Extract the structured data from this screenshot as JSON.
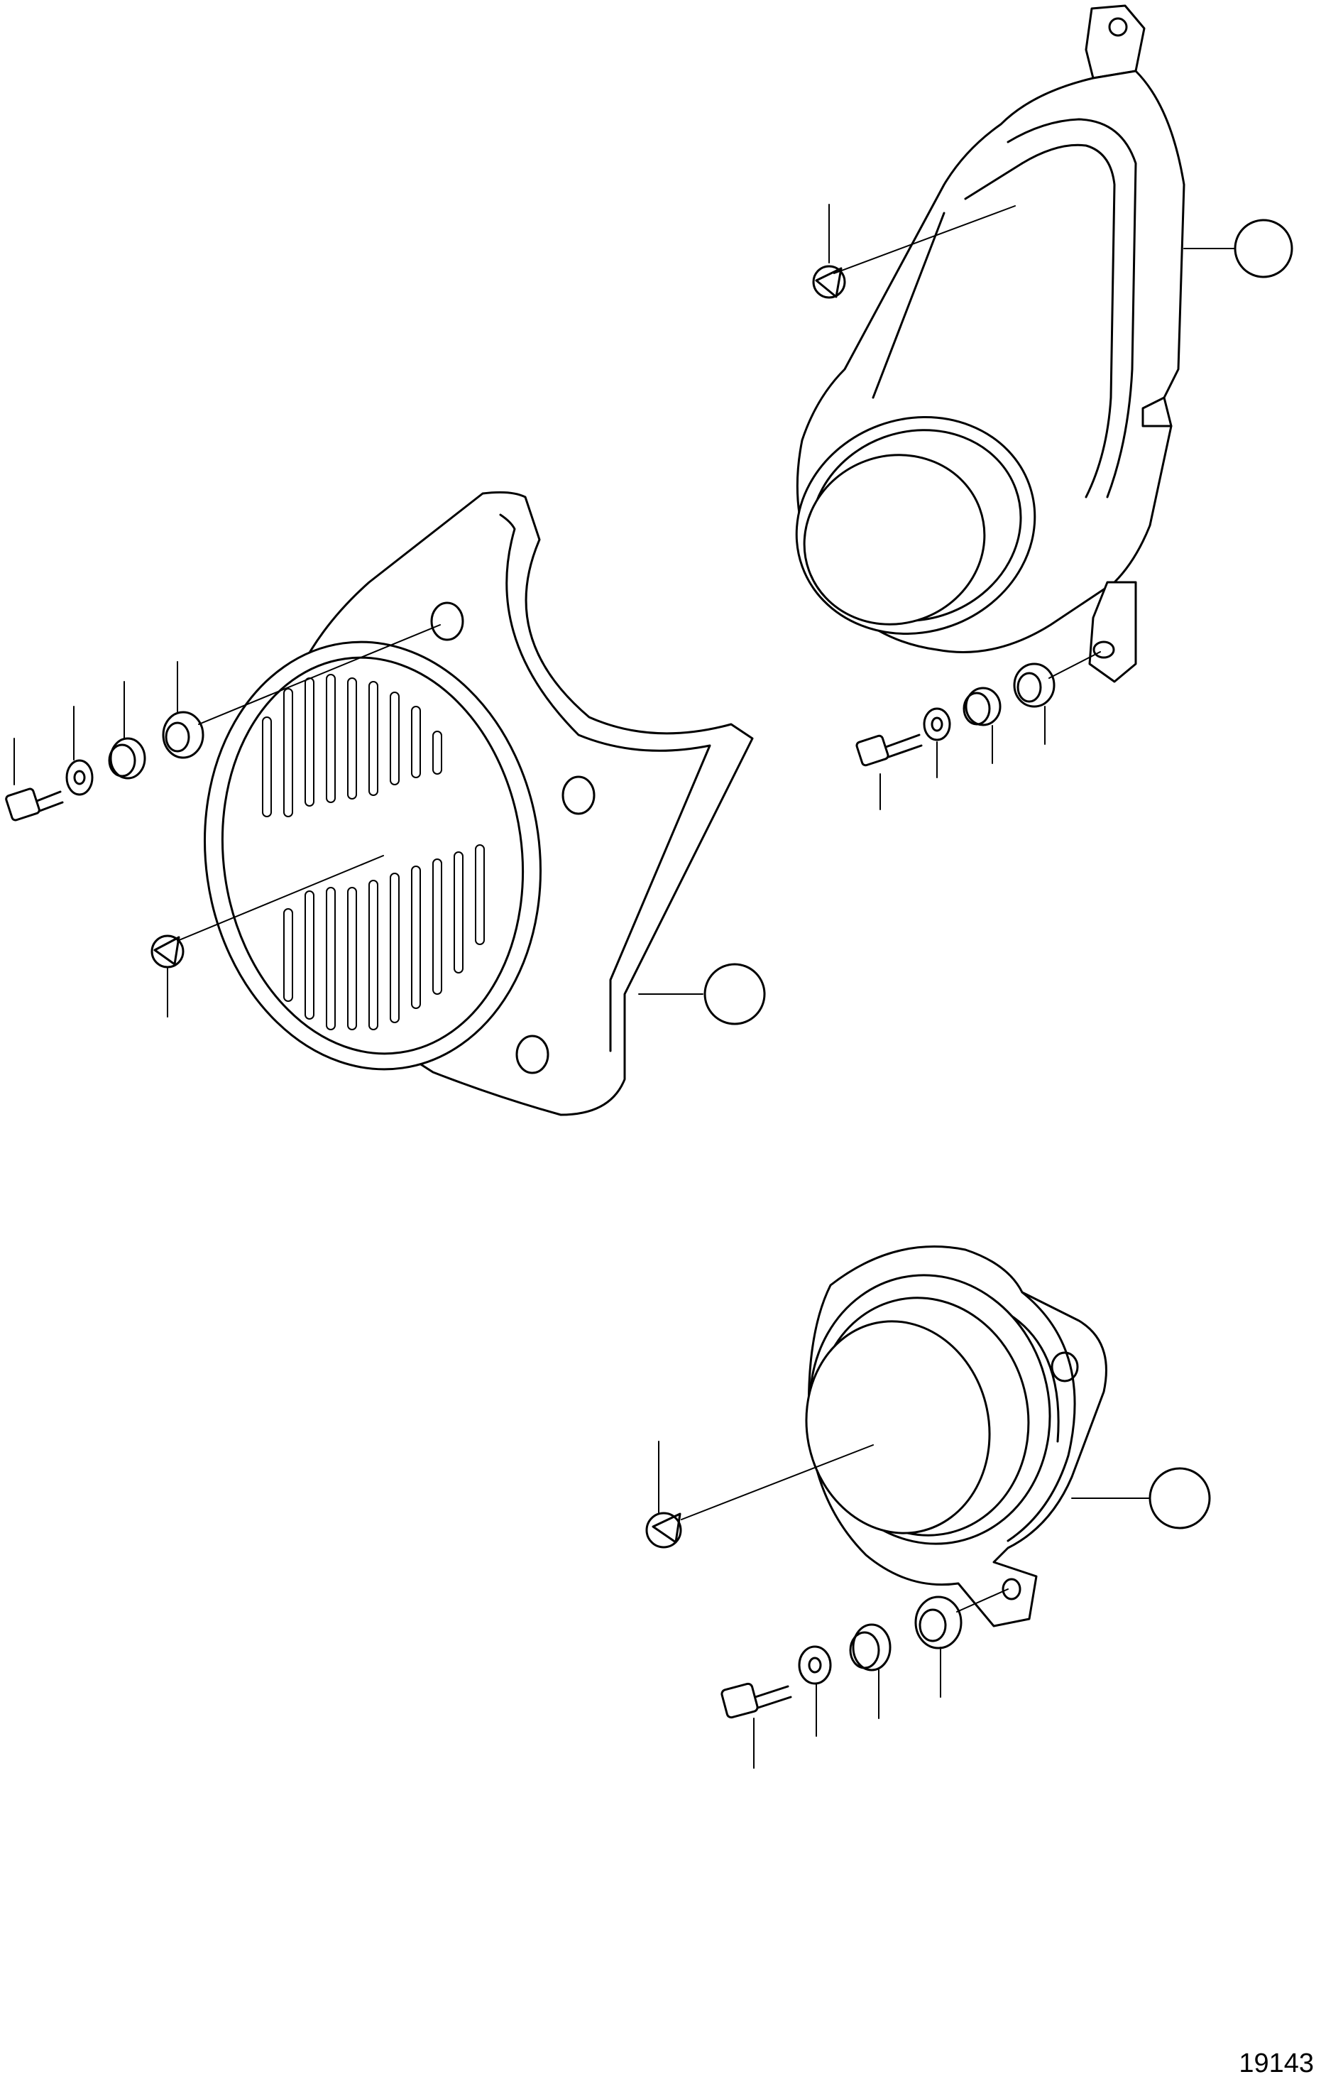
{
  "figure": {
    "number": "19143"
  },
  "colors": {
    "line": "#000000",
    "background": "#ffffff"
  },
  "callouts": [
    {
      "id": "cover-front",
      "label": ""
    },
    {
      "id": "cover-top-right",
      "label": ""
    },
    {
      "id": "cover-bottom",
      "label": ""
    }
  ]
}
